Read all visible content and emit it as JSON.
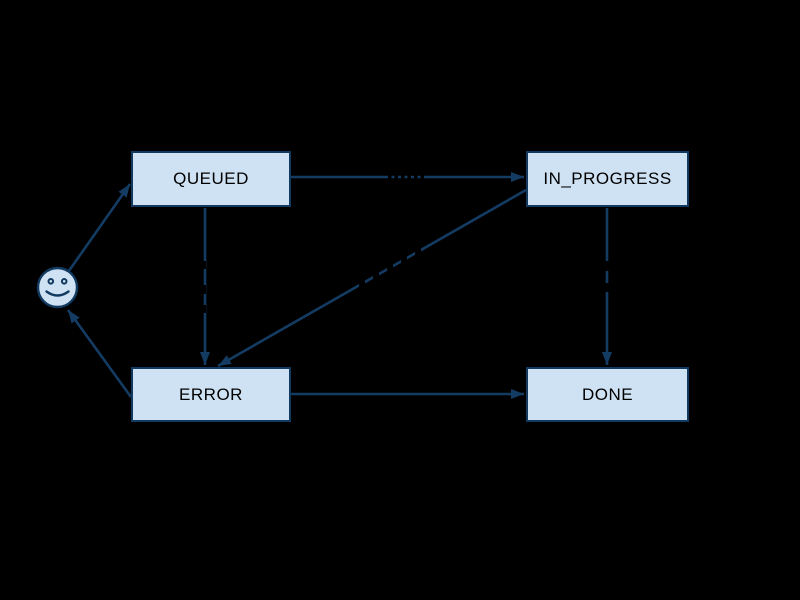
{
  "diagram": {
    "type": "state-diagram",
    "background_color": "#000000",
    "node_fill_color": "#cfe2f3",
    "node_border_color": "#123a61",
    "edge_color": "#143c63",
    "node_text_color": "#000000",
    "nodes": [
      {
        "id": "start",
        "label": "",
        "shape": "smiley-face"
      },
      {
        "id": "queued",
        "label": "QUEUED",
        "shape": "rect"
      },
      {
        "id": "in_progress",
        "label": "IN_PROGRESS",
        "shape": "rect"
      },
      {
        "id": "error",
        "label": "ERROR",
        "shape": "rect"
      },
      {
        "id": "done",
        "label": "DONE",
        "shape": "rect"
      }
    ],
    "edges": [
      {
        "from": "start",
        "to": "queued",
        "label": ""
      },
      {
        "from": "queued",
        "to": "in_progress",
        "label": ""
      },
      {
        "from": "queued",
        "to": "error",
        "label": ""
      },
      {
        "from": "in_progress",
        "to": "error",
        "label": ""
      },
      {
        "from": "in_progress",
        "to": "done",
        "label": ""
      },
      {
        "from": "error",
        "to": "done",
        "label": ""
      },
      {
        "from": "error",
        "to": "start",
        "label": ""
      }
    ],
    "edge_labels_note": "edge labels are rendered in black text and are illegible against the black background (visible only as gaps cut into the edge lines)"
  }
}
